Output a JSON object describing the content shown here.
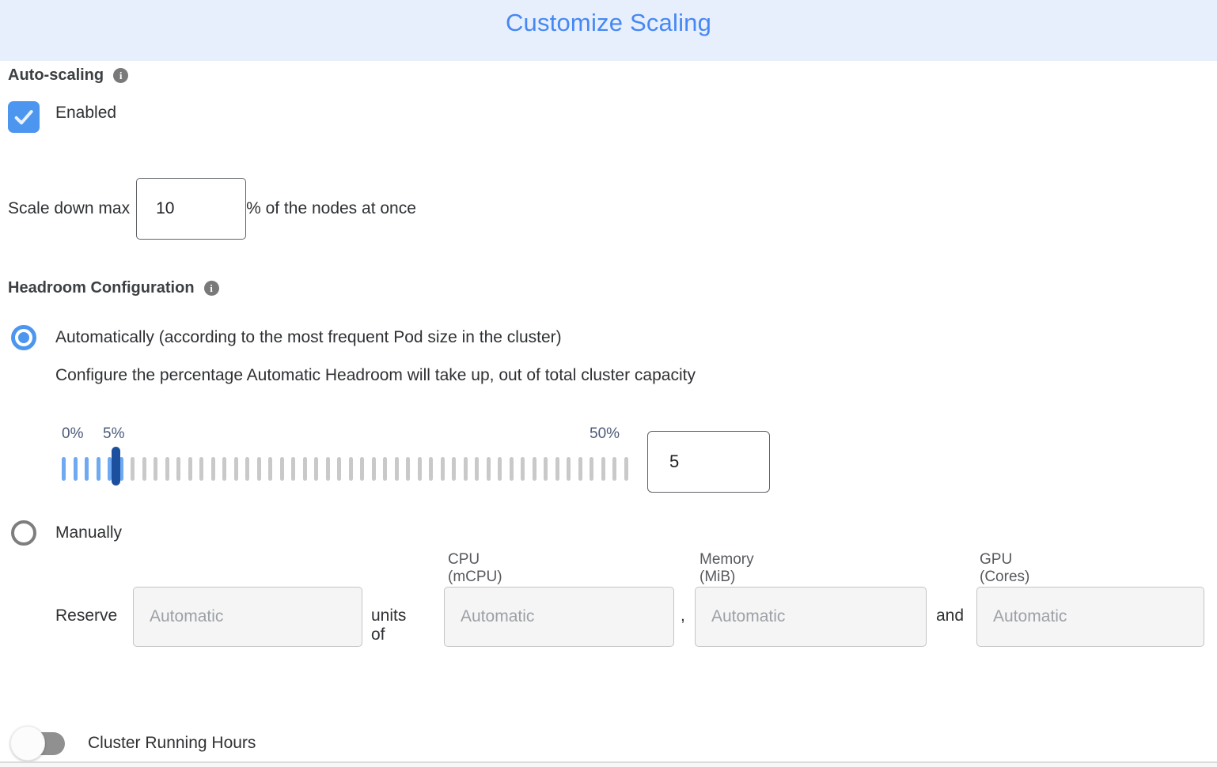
{
  "header": {
    "title": "Customize Scaling",
    "bg_color": "#E7EFFC",
    "title_color": "#4588F4"
  },
  "autoscaling": {
    "section_label": "Auto-scaling",
    "info_icon": "info-icon",
    "enabled_label": "Enabled",
    "checked": true,
    "checkbox_color": "#4D96EF"
  },
  "scale_down": {
    "prefix": "Scale down max",
    "value": "10",
    "suffix": "% of the nodes at once"
  },
  "headroom": {
    "section_label": "Headroom Configuration",
    "info_icon": "info-icon",
    "auto_option_label": "Automatically (according to the most frequent Pod size in the cluster)",
    "auto_selected": true,
    "auto_description": "Configure the percentage Automatic Headroom will take up, out of total cluster capacity",
    "slider": {
      "label_min": "0%",
      "label_current": "5%",
      "label_max": "50%",
      "min": 0,
      "max": 50,
      "current": 5,
      "value": "5",
      "tick_count": 50,
      "blue_tick_count": 6,
      "tick_blue_color": "#6FA9F1",
      "tick_gray_color": "#C9C9C9",
      "thumb_color": "#1C4F9E"
    },
    "manual_option_label": "Manually",
    "manual_selected": false,
    "reserve": {
      "prefix": "Reserve",
      "units_of": "units of",
      "comma": ",",
      "and": "and",
      "placeholder": "Automatic",
      "columns": [
        "CPU (mCPU)",
        "Memory (MiB)",
        "GPU (Cores)"
      ]
    }
  },
  "footer": {
    "toggle_label": "Cluster Running Hours",
    "toggle_on": false
  }
}
